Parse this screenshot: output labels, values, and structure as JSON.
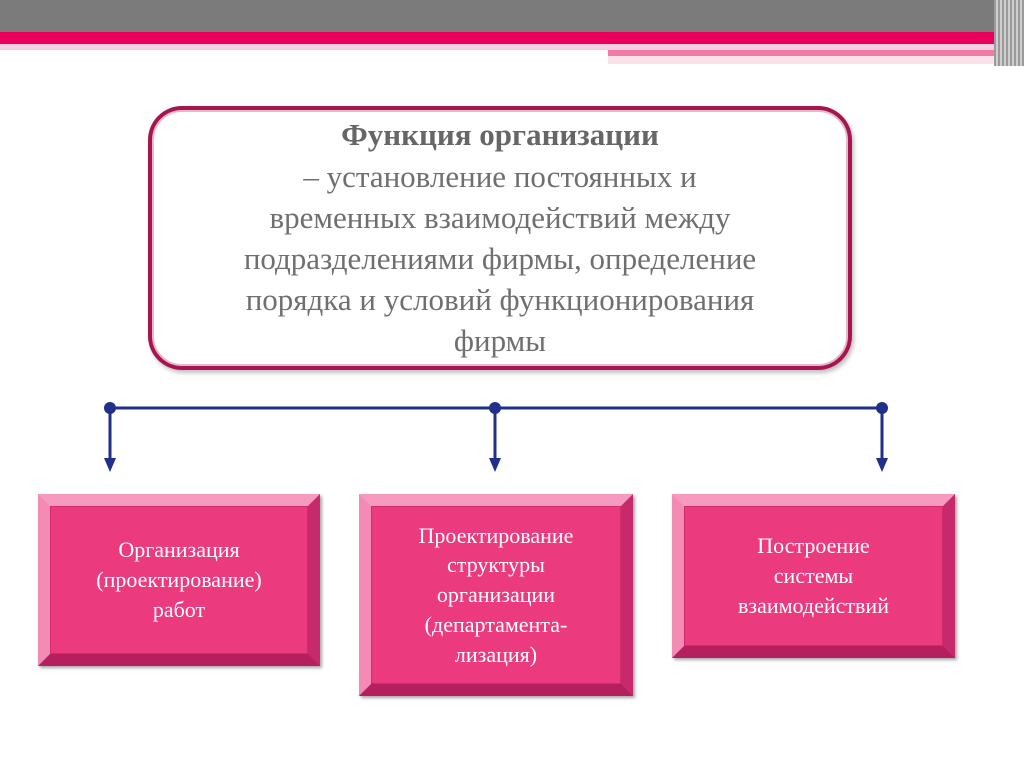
{
  "definition": {
    "title": "Функция организации",
    "text": "– установление постоянных и\nвременных взаимодействий между\nподразделениями фирмы, определение\nпорядка и условий функционирования\nфирмы"
  },
  "boxes": [
    {
      "label": "Организация\n(проектирование)\nработ"
    },
    {
      "label": "Проектирование\nструктуры\nорганизации\n(департамента-\nлизация)"
    },
    {
      "label": "Построение\nсистемы\nвзаимодействий"
    }
  ],
  "colors": {
    "accent_pink": "#e8005a",
    "box_fill": "#ec3a7e",
    "border_dark": "#a8144f",
    "connector": "#1f2f8a",
    "body_text": "#6f6f6f"
  }
}
